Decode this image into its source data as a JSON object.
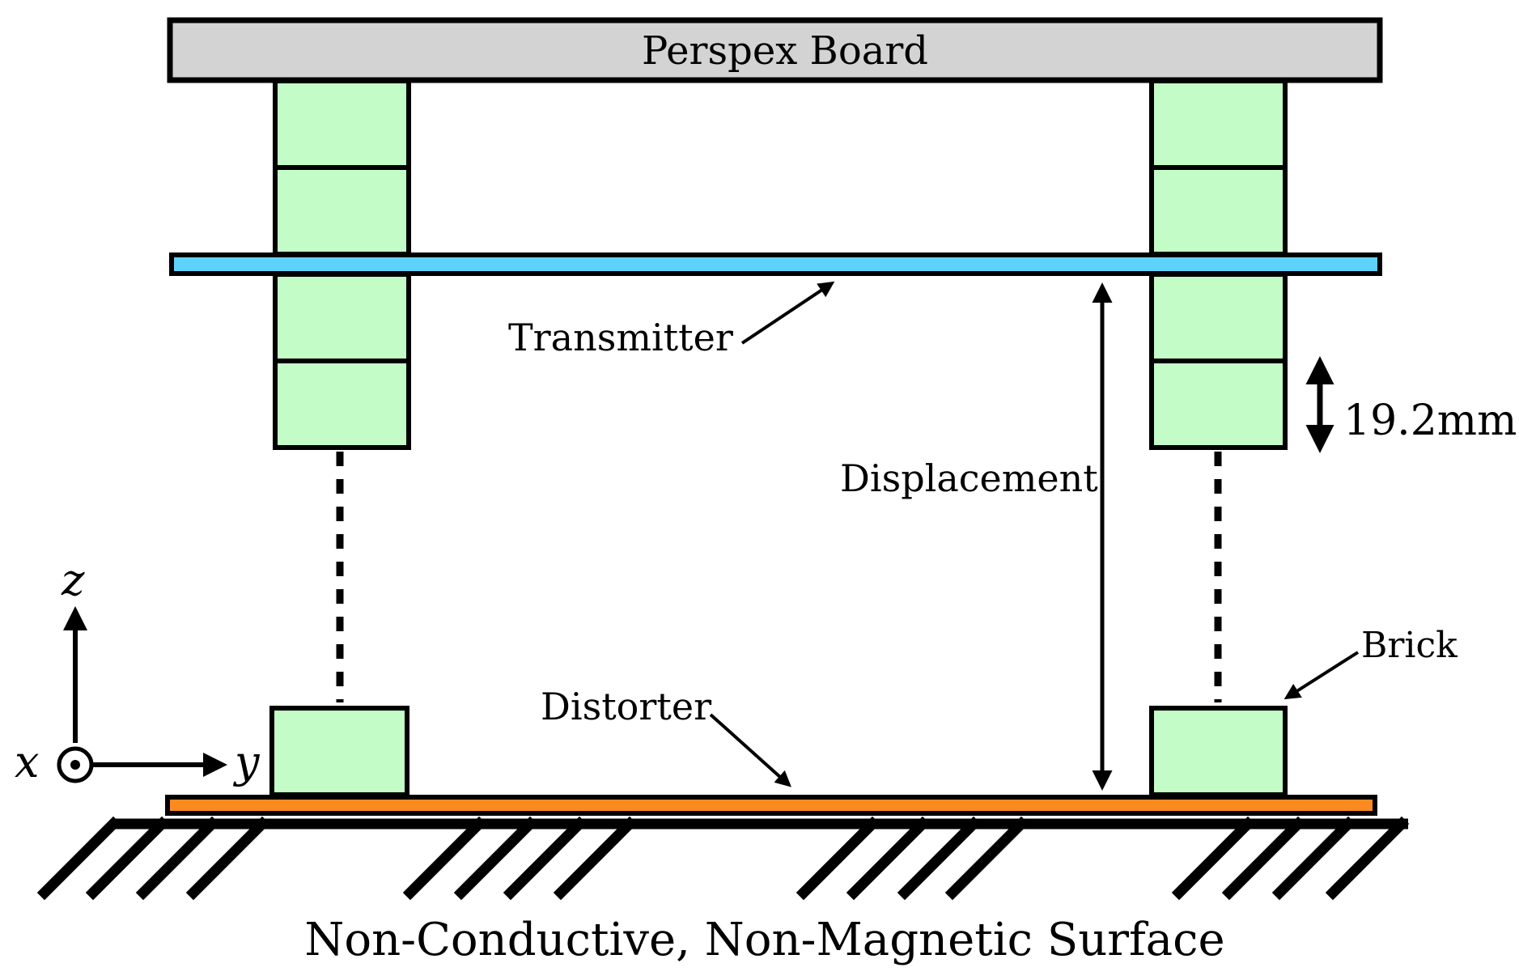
{
  "labels": {
    "board": "Perspex Board",
    "transmitter": "Transmitter",
    "dimension": "19.2mm",
    "displacement": "Displacement",
    "brick": "Brick",
    "distorter": "Distorter",
    "surface": "Non-Conductive, Non-Magnetic Surface"
  },
  "axes": {
    "z": "z",
    "x": "x",
    "y": "y"
  },
  "colors": {
    "board": "#d3d3d3",
    "brick": "#c3fcc6",
    "transmitter": "#5fd2fb",
    "distorter": "#fa8a1f",
    "outline": "#000000"
  }
}
